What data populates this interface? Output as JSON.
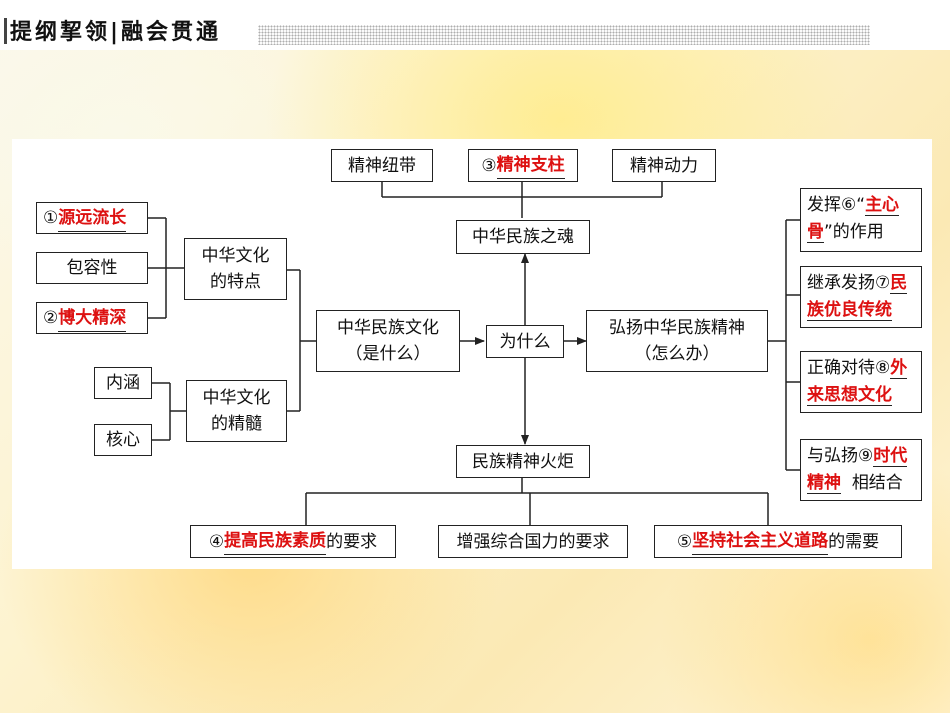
{
  "header": {
    "title": "提纲挈领融会贯通",
    "title_display": "提纲挈领|融会贯通"
  },
  "diagram": {
    "top_nodes": {
      "n1": "精神纽带",
      "n3_prefix": "③",
      "n3_answer": "精神支柱",
      "n3_suffix": "",
      "n2": "精神动力"
    },
    "soul": "中华民族之魂",
    "torch": "民族精神火炬",
    "why": "为什么",
    "culture": {
      "line1": "中华民族文化",
      "line2": "（是什么）"
    },
    "promote": {
      "line1": "弘扬中华民族精神",
      "line2": "（怎么办）"
    },
    "features": {
      "line1": "中华文化",
      "line2": "的特点"
    },
    "essence": {
      "line1": "中华文化",
      "line2": "的精髓"
    },
    "feature_items": {
      "f1_prefix": "①",
      "f1_answer": "源远流长",
      "f2": "包容性",
      "f3_prefix": "②",
      "f3_answer": "博大精深"
    },
    "essence_items": {
      "e1": "内涵",
      "e2": "核心"
    },
    "right_items": {
      "r1_a": "发挥⑥“",
      "r1_ans1": "主心",
      "r1_ans2": "骨",
      "r1_b": "”的作用",
      "r2_a": "继承发扬⑦",
      "r2_ans1": "民",
      "r2_ans2": "族优良传统",
      "r3_a": "正确对待⑧",
      "r3_ans1": "外",
      "r3_ans2": "来思想文化",
      "r4_a": "与弘扬⑨",
      "r4_ans1": "时代",
      "r4_ans2": "精神",
      "r4_b": "相结合"
    },
    "bottom_nodes": {
      "b1_prefix": "④",
      "b1_answer": "提高民族素质",
      "b1_suffix": "的要求",
      "b2": "增强综合国力的要求",
      "b3_prefix": "⑤",
      "b3_answer": "坚持社会主义道路",
      "b3_suffix": "的需要"
    }
  }
}
